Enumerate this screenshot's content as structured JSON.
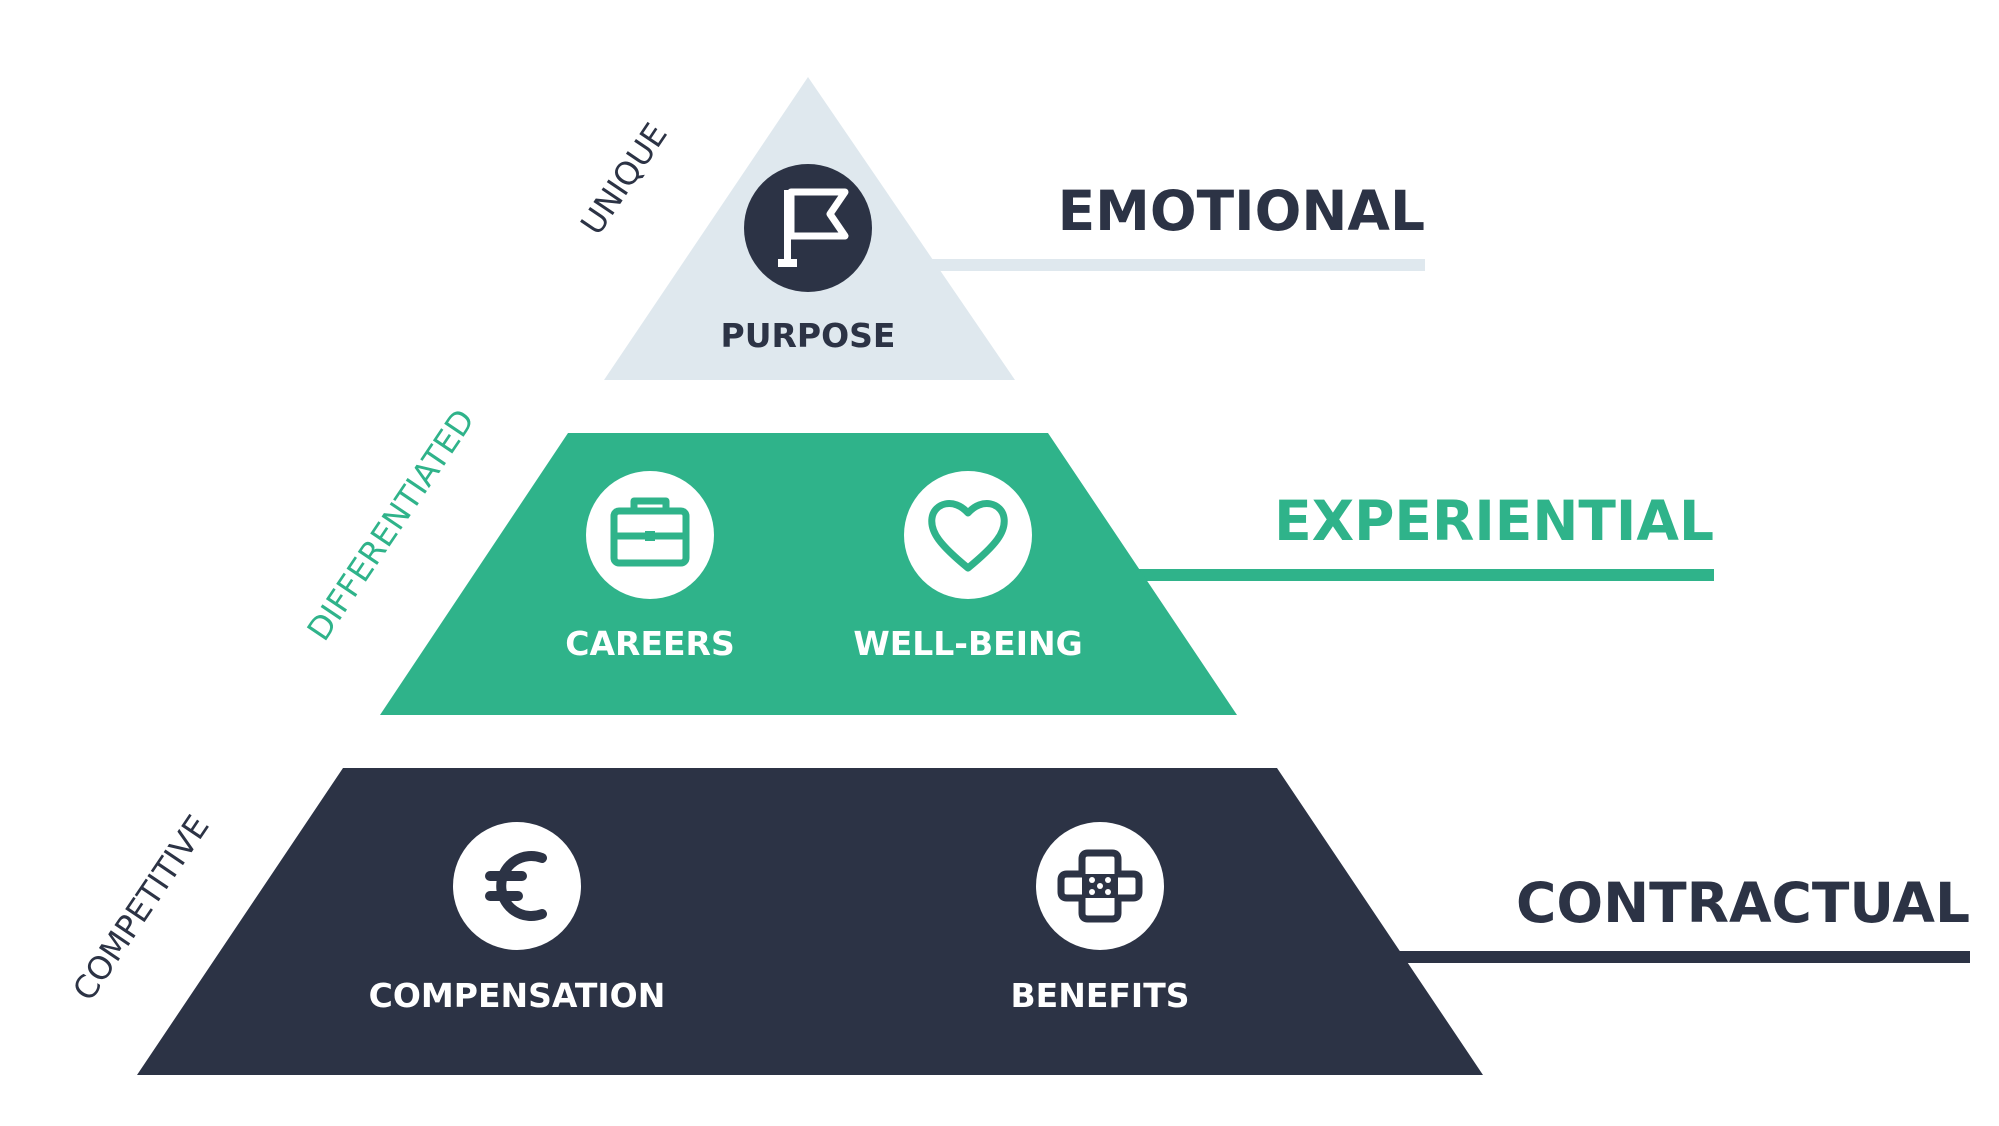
{
  "colors": {
    "navy": "#2c3345",
    "green": "#2fb38a",
    "light": "#dfe8ee",
    "white": "#ffffff"
  },
  "tiers": {
    "top": {
      "title": "EMOTIONAL",
      "side_label": "UNIQUE",
      "items": [
        {
          "label": "PURPOSE",
          "icon": "flag-icon"
        }
      ]
    },
    "middle": {
      "title": "EXPERIENTIAL",
      "side_label": "DIFFERENTIATED",
      "items": [
        {
          "label": "CAREERS",
          "icon": "briefcase-icon"
        },
        {
          "label": "WELL-BEING",
          "icon": "heart-icon"
        }
      ]
    },
    "bottom": {
      "title": "CONTRACTUAL",
      "side_label": "COMPETITIVE",
      "items": [
        {
          "label": "COMPENSATION",
          "icon": "euro-icon"
        },
        {
          "label": "BENEFITS",
          "icon": "bandage-icon"
        }
      ]
    }
  }
}
